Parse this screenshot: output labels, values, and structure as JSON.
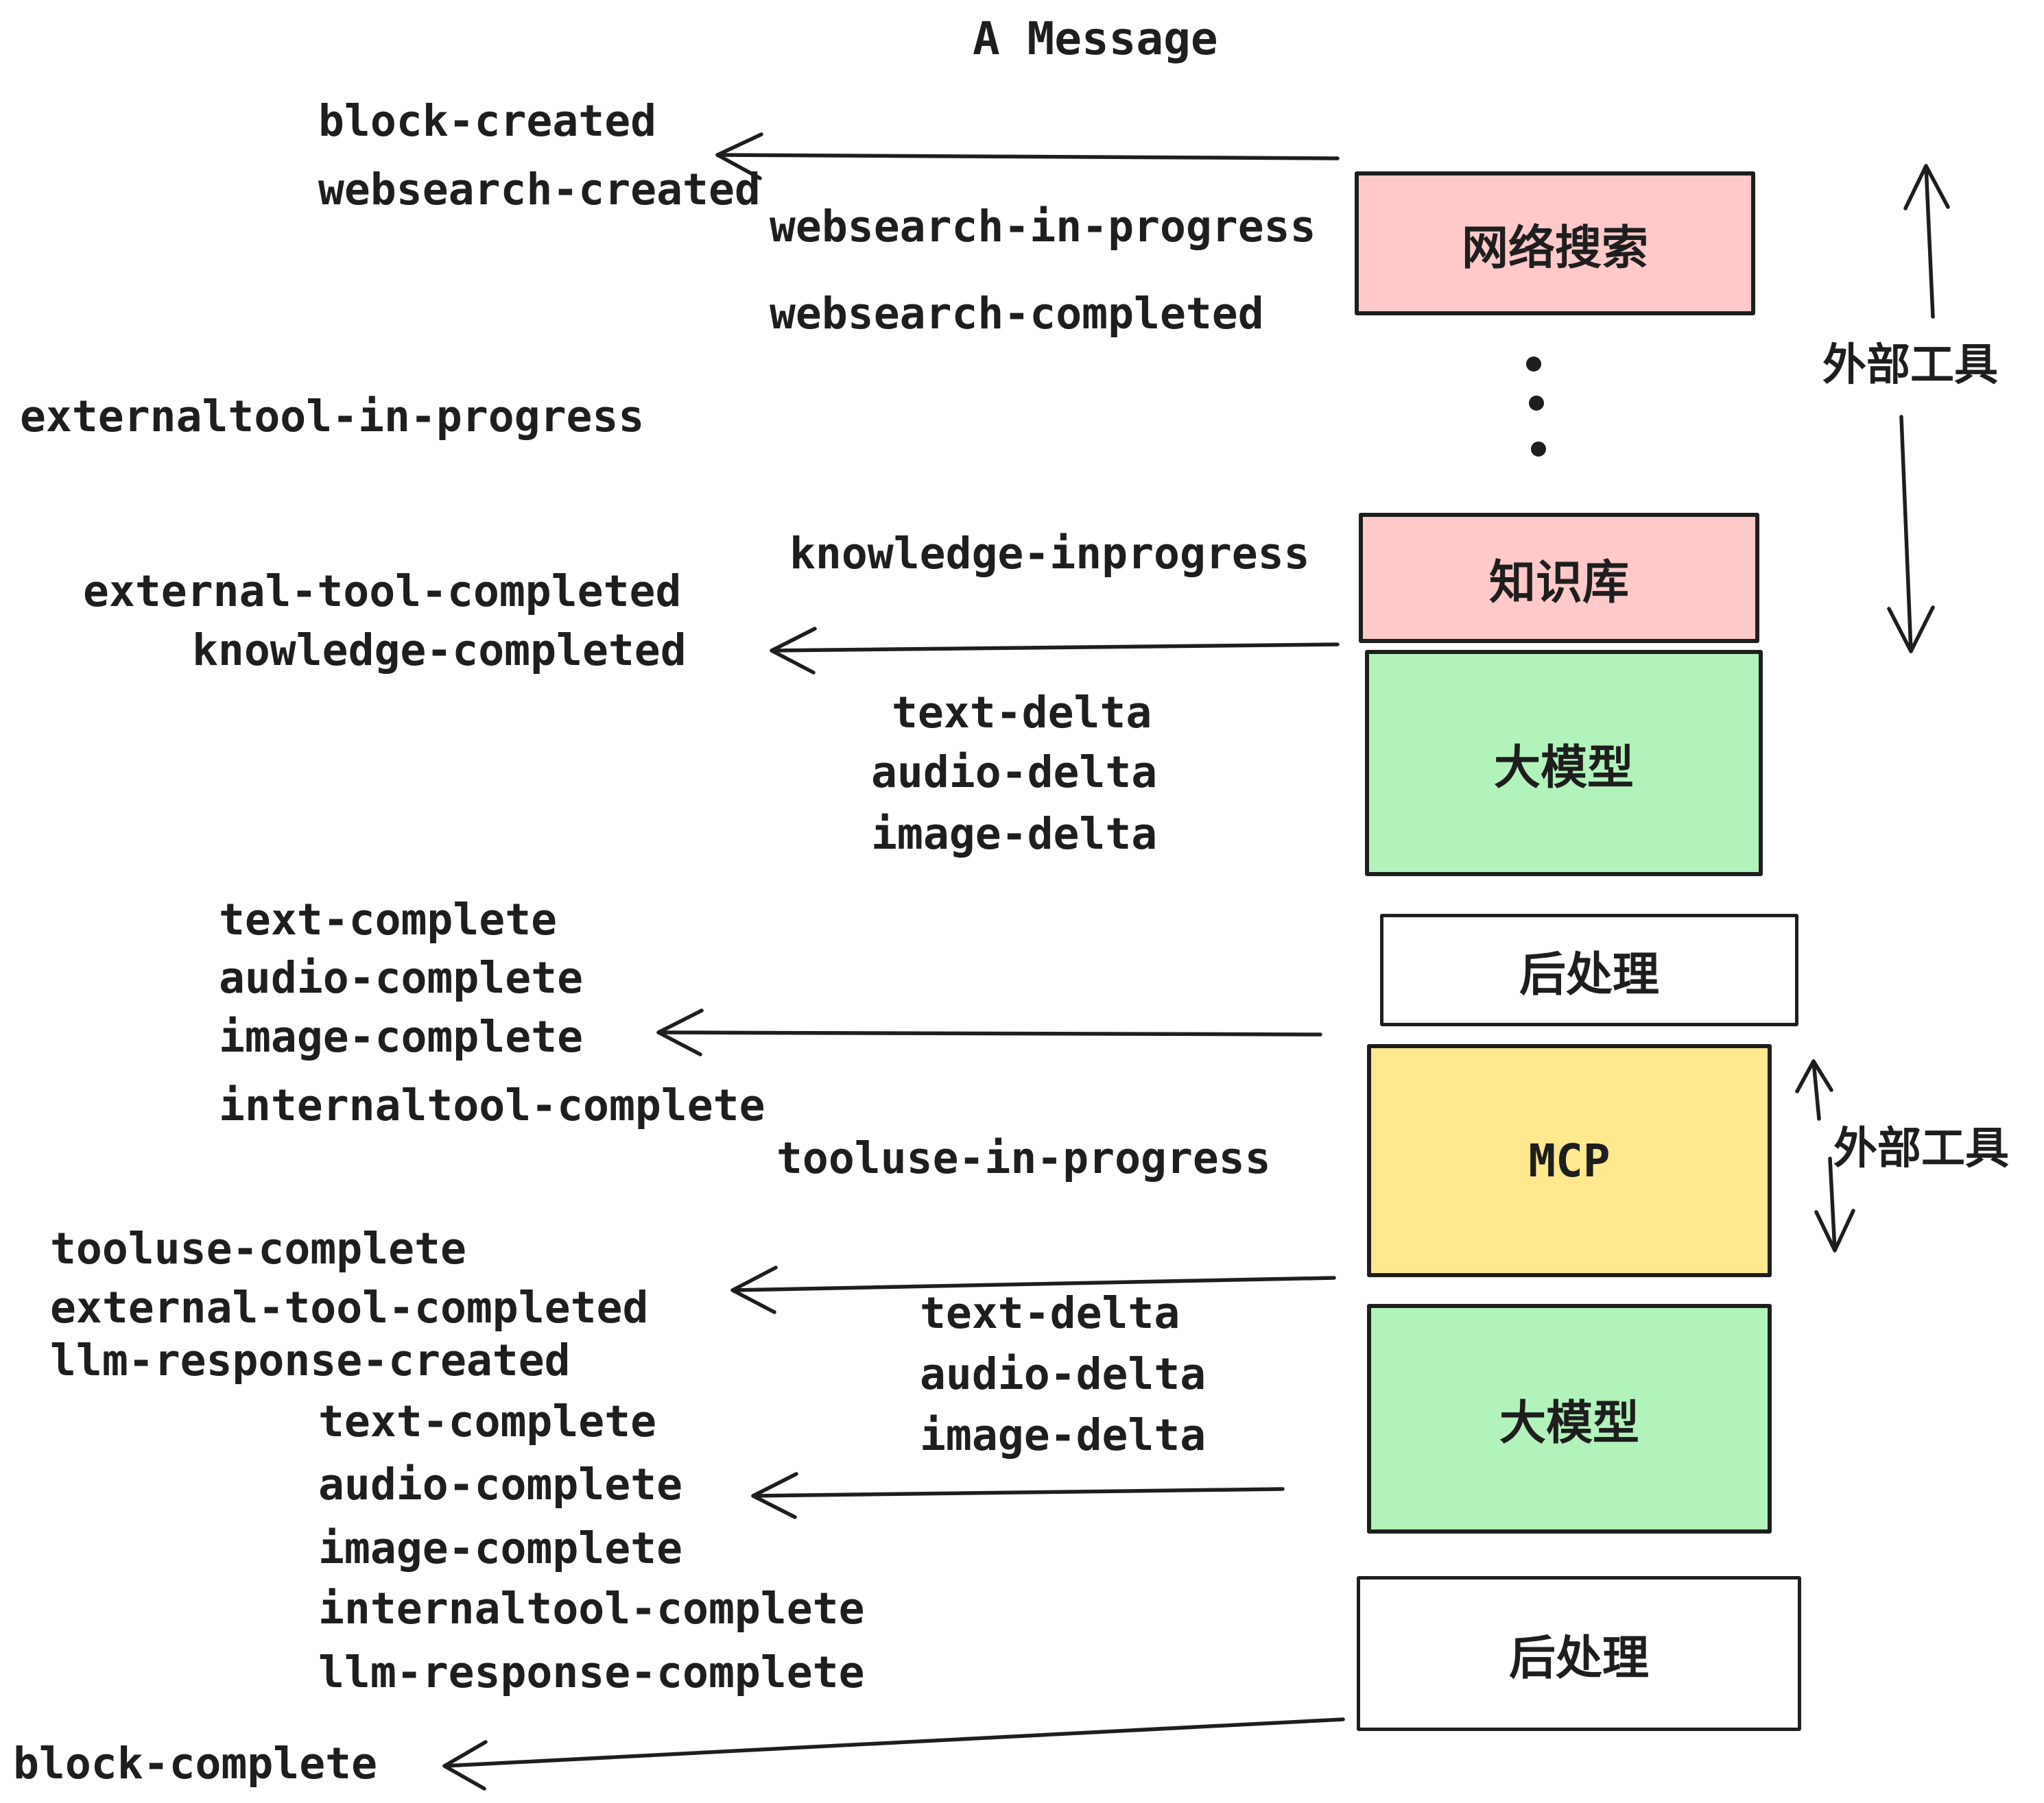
{
  "title": "A Message",
  "events": {
    "block_created": "block-created",
    "websearch_created": "websearch-created",
    "websearch_in_progress": "websearch-in-progress",
    "websearch_completed": "websearch-completed",
    "externaltool_in_progress": "externaltool-in-progress",
    "knowledge_inprogress": "knowledge-inprogress",
    "external_tool_completed": "external-tool-completed",
    "knowledge_completed": "knowledge-completed",
    "text_delta": "text-delta",
    "audio_delta": "audio-delta",
    "image_delta": "image-delta",
    "text_complete": "text-complete",
    "audio_complete": "audio-complete",
    "image_complete": "image-complete",
    "internaltool_complete": "internaltool-complete",
    "tooluse_in_progress": "tooluse-in-progress",
    "tooluse_complete": "tooluse-complete",
    "llm_response_created": "llm-response-created",
    "llm_response_complete": "llm-response-complete",
    "block_complete": "block-complete"
  },
  "boxes": {
    "websearch": {
      "label": "网络搜索"
    },
    "knowledge": {
      "label": "知识库"
    },
    "llm_top": {
      "label": "大模型"
    },
    "post_top": {
      "label": "后处理"
    },
    "mcp": {
      "label": "MCP"
    },
    "llm_bottom": {
      "label": "大模型"
    },
    "post_bottom": {
      "label": "后处理"
    }
  },
  "side_labels": {
    "external_tools_top": "外部工具",
    "external_tools_mid": "外部工具"
  },
  "colors": {
    "pink": "#ffc9c9",
    "green": "#b2f2bb",
    "yellow": "#ffe88e",
    "white": "#ffffff",
    "stroke": "#1e1e1e"
  }
}
